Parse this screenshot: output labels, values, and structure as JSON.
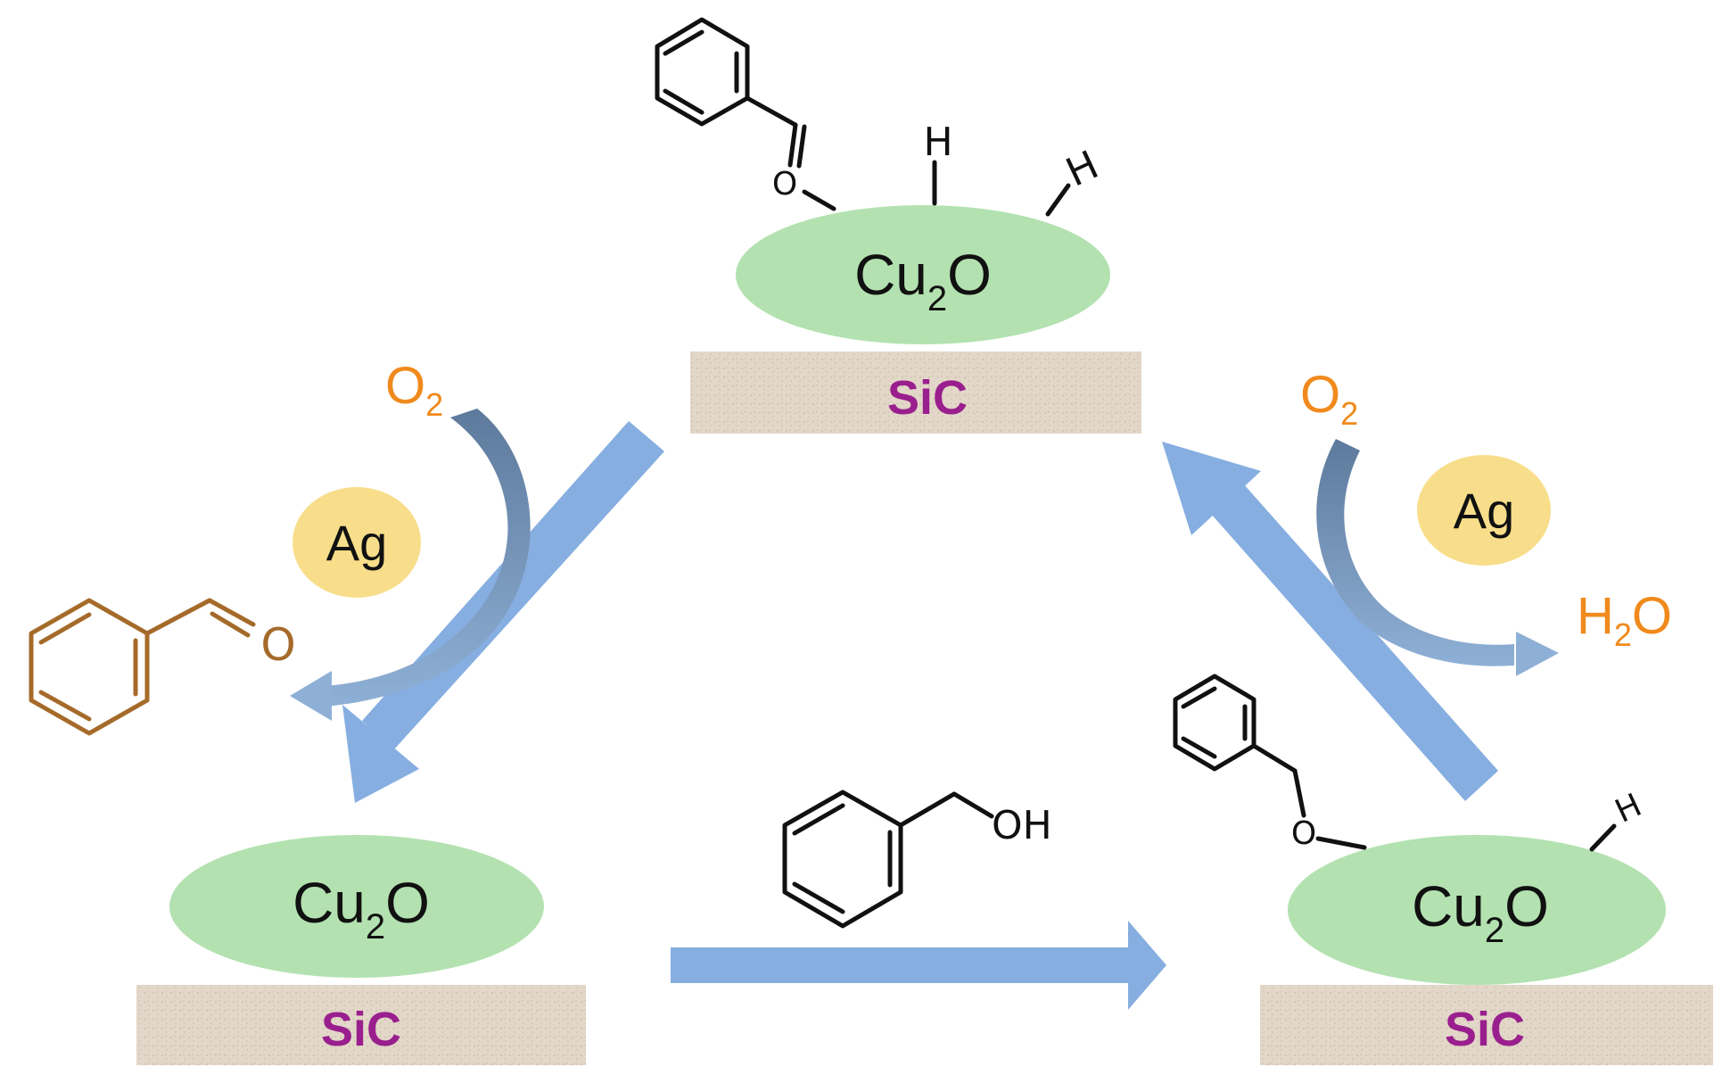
{
  "units": {
    "top": {
      "oxide": "Cu",
      "oxide_sub": "2",
      "oxide_tail": "O",
      "support": "SiC",
      "h_left": "H",
      "h_right": "H",
      "o_atom": "O"
    },
    "left": {
      "oxide": "Cu",
      "oxide_sub": "2",
      "oxide_tail": "O",
      "support": "SiC"
    },
    "right": {
      "oxide": "Cu",
      "oxide_sub": "2",
      "oxide_tail": "O",
      "support": "SiC",
      "h_atom": "H",
      "o_atom": "O"
    }
  },
  "left_cycle": {
    "reactant": "O",
    "reactant_sub": "2",
    "catalyst": "Ag",
    "product_o": "O"
  },
  "right_cycle": {
    "reactant": "O",
    "reactant_sub": "2",
    "catalyst": "Ag",
    "product": "H",
    "product_sub": "2",
    "product_tail": "O"
  },
  "reagent": {
    "group": "OH"
  },
  "colors": {
    "oxide_fill": "#b3e2b0",
    "support_fill": "#e2d7c8",
    "support_text": "#9a1f8e",
    "ag_fill": "#f8de8a",
    "flow_arrow": "#86aee0",
    "curved_arrow": "#6d8db3",
    "o2_h2o_text": "#f08a1c",
    "product_molecule": "#a56a2a"
  },
  "icons": [
    "blue-flow-arrow",
    "curved-gradient-arrow",
    "benzene-ring"
  ]
}
